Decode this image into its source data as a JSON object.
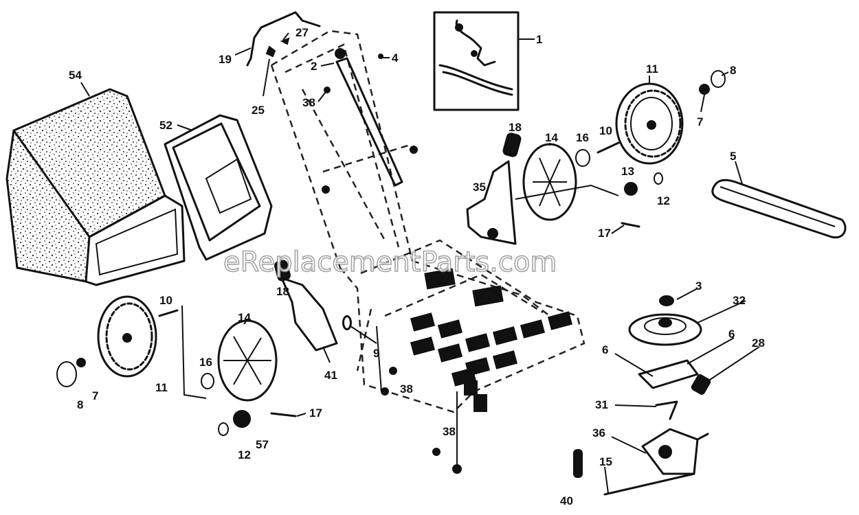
{
  "watermark": "eReplacementParts.com",
  "callouts": {
    "c1": "1",
    "c2": "2",
    "c3": "3",
    "c4": "4",
    "c5": "5",
    "c6a": "6",
    "c6b": "6",
    "c7a": "7",
    "c7b": "7",
    "c8a": "8",
    "c8b": "8",
    "c9": "9",
    "c10a": "10",
    "c10b": "10",
    "c11a": "11",
    "c11b": "11",
    "c12a": "12",
    "c12b": "12",
    "c13": "13",
    "c14a": "14",
    "c14b": "14",
    "c15": "15",
    "c16a": "16",
    "c16b": "16",
    "c17a": "17",
    "c17b": "17",
    "c18a": "18",
    "c18b": "18",
    "c19": "19",
    "c25": "25",
    "c27": "27",
    "c28": "28",
    "c31": "31",
    "c32": "32",
    "c35": "35",
    "c36": "36",
    "c38a": "38",
    "c38b": "38",
    "c38c": "38",
    "c40": "40",
    "c41": "41",
    "c52": "52",
    "c54": "54",
    "c57": "57"
  }
}
